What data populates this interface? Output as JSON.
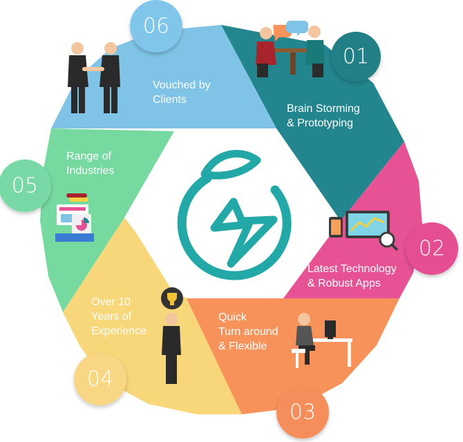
{
  "center": {
    "logo_icon": "leaf-lightning-icon",
    "color": "#23a8a8"
  },
  "segments": [
    {
      "number": "01",
      "label": "Brain Storming\n& Prototyping",
      "color": "#23868f",
      "badge_color": "#237f86",
      "icon": "meeting-icon"
    },
    {
      "number": "02",
      "label": "Latest Technology\n& Robust Apps",
      "color": "#e65294",
      "badge_color": "#e55092",
      "icon": "analytics-icon"
    },
    {
      "number": "03",
      "label": "Quick\nTurn around\n& Flexible",
      "color": "#f7935a",
      "badge_color": "#f58e5a",
      "icon": "developer-at-desk-icon"
    },
    {
      "number": "04",
      "label": "Over 10\nYears of\nExperience",
      "color": "#f8d67a",
      "badge_color": "#f9d683",
      "icon": "trophy-icon"
    },
    {
      "number": "05",
      "label": "Range of\nIndustries",
      "color": "#75d9a0",
      "badge_color": "#79d9a6",
      "icon": "industries-icon"
    },
    {
      "number": "06",
      "label": "Vouched by\nClients",
      "color": "#7fc4e6",
      "badge_color": "#80c6ea",
      "icon": "handshake-icon"
    }
  ]
}
